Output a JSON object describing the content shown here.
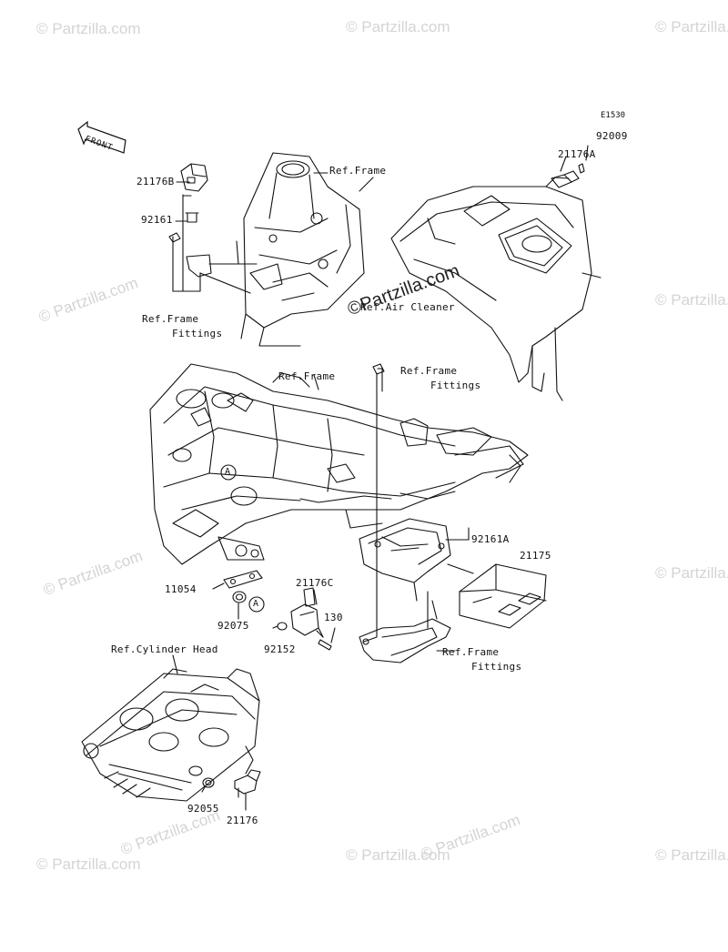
{
  "diagram_code": "E1530",
  "front_arrow": {
    "label": "FRONT",
    "icon": "front-arrow-icon"
  },
  "watermark": {
    "text": "© Partzilla.com",
    "main_text": "©Partzilla.com"
  },
  "parts": {
    "p21176B": "21176B",
    "p92161": "92161",
    "p92009": "92009",
    "p21176A": "21176A",
    "p92161A": "92161A",
    "p21175": "21175",
    "p11054": "11054",
    "p21176C": "21176C",
    "p92075": "92075",
    "p130": "130",
    "p92152": "92152",
    "p92055": "92055",
    "p21176": "21176"
  },
  "refs": {
    "frame_top": "Ref.Frame",
    "frame_fittings_1": [
      "Ref.Frame",
      "Fittings"
    ],
    "air_cleaner": "Ref.Air Cleaner",
    "frame_mid": "Ref.Frame",
    "frame_fittings_2": [
      "Ref.Frame",
      "Fittings"
    ],
    "frame_fittings_3": [
      "Ref.Frame",
      "Fittings"
    ],
    "cylinder_head": "Ref.Cylinder Head"
  },
  "callout_letter": "A"
}
